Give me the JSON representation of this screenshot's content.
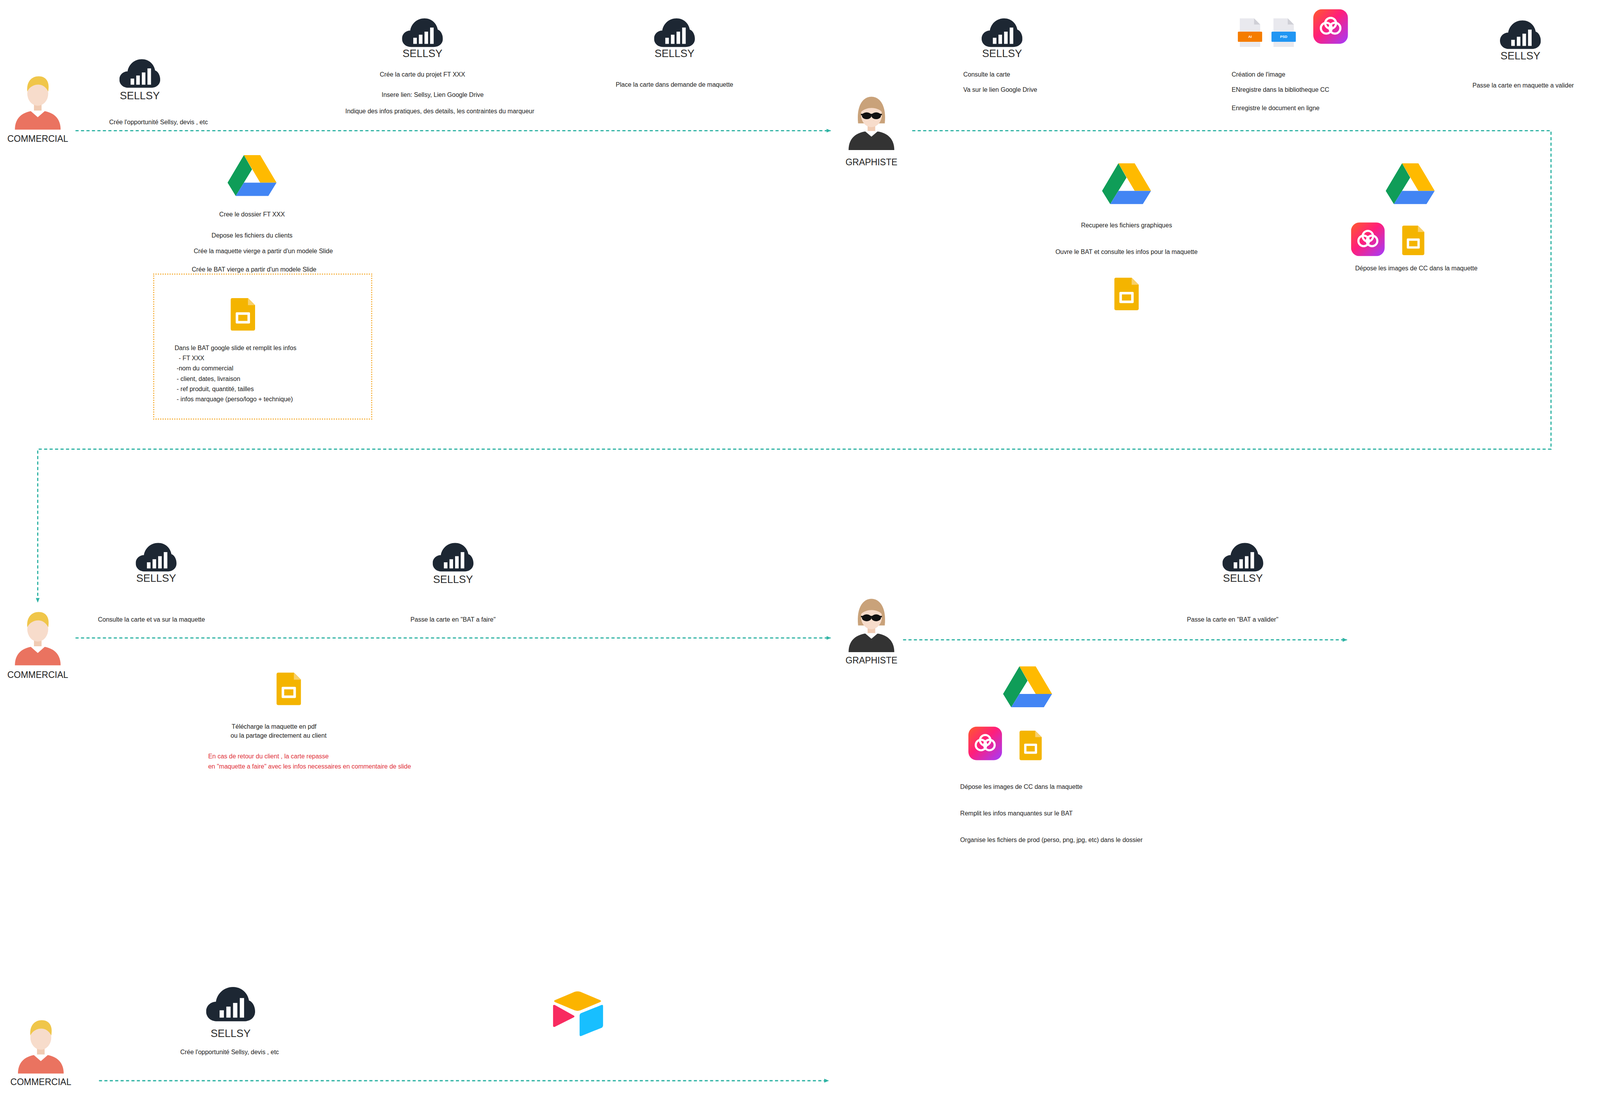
{
  "diagram": {
    "nodes": [
      {
        "text": [
          "COMMERCIAL"
        ]
      },
      {
        "text": [
          "GRAPHISTE"
        ]
      },
      {
        "text": [
          "Dans le BAT google slide et remplit les infos",
          "- FT XXX",
          "-nom du commercial",
          "- client, dates, livraison",
          "- ref produit, quantité, tailles",
          "- infos marquage (perso/logo + technique)"
        ]
      },
      {
        "text": [
          "COMMERCIAL"
        ]
      },
      {
        "text": [
          "GRAPHISTE"
        ]
      },
      {
        "text": [
          "COMMERCIAL"
        ]
      }
    ],
    "edges": [
      {
        "from": 0,
        "to": 1,
        "arrow": "to"
      },
      {
        "from": 1,
        "to": 3,
        "arrow": "to"
      },
      {
        "from": 3,
        "to": 4,
        "arrow": "to"
      }
    ],
    "labels": [
      "SELLSY",
      "Crée l'opportunité Sellsy, devis , etc",
      "SELLSY",
      "Crée la carte du projet FT XXX",
      "Insere lien: Sellsy, Lien Google Drive",
      "Indique des infos pratiques, des details, les contraintes du marqueur",
      "SELLSY",
      "Place la carte dans demande de maquette",
      "Cree le dossier FT XXX",
      "Depose les fichiers du clients",
      "Crée la maquette vierge a partir d'un modele Slide",
      "Crée le BAT vierge a partir d'un modele Slide",
      "SELLSY",
      "Consulte la carte",
      "Va sur le lien Google Drive",
      "AI",
      "PSD",
      "Création de l'image",
      "ENregistre dans la bibliotheque CC",
      "Enregistre le document en ligne",
      "SELLSY",
      "Passe la carte en maquette a valider",
      "Recupere les fichiers graphiques",
      "Ouvre le BAT et consulte les infos pour la maquette",
      "Dépose les images de CC dans la maquette",
      "SELLSY",
      "Consulte la carte et va sur la maquette",
      "SELLSY",
      "Passe la carte en \"BAT a faire\"",
      "Télécharge la maquette en pdf",
      "ou  la partage directement au client",
      "En cas de retour du client , la carte  repasse",
      "en \"maquette a faire\" avec les infos necessaires en commentaire de slide",
      "SELLSY",
      "Passe la carte en \"BAT a valider\"",
      "Dépose les images de CC dans la maquette",
      "Remplit les infos manquantes sur le BAT",
      "Organise les fichiers de prod (perso, png, jpg, etc) dans le dossier",
      "SELLSY",
      "Crée l'opportunité Sellsy, devis , etc"
    ]
  }
}
